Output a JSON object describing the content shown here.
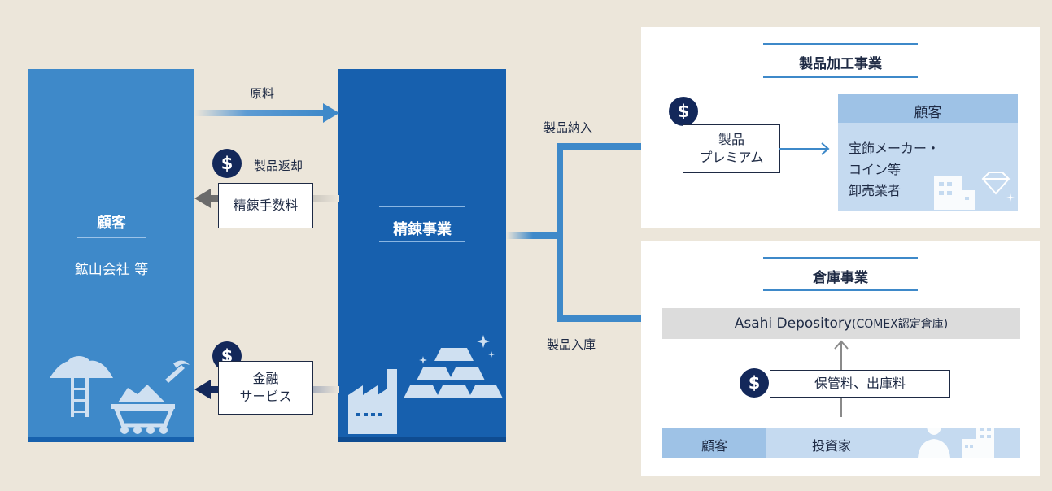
{
  "left_column": {
    "title": "顧客",
    "subtitle": "鉱山会社 等"
  },
  "mid_column": {
    "title": "精錬事業"
  },
  "flows_left": {
    "raw_material": "原料",
    "product_return": "製品返却",
    "refining_fee": "精錬手数料",
    "finance_service_line1": "金融",
    "finance_service_line2": "サービス"
  },
  "currency_symbol": "$",
  "branches": {
    "product_delivery": "製品納入",
    "product_storage": "製品入庫"
  },
  "processing_panel": {
    "title": "製品加工事業",
    "premium_line1": "製品",
    "premium_line2": "プレミアム",
    "customer_header": "顧客",
    "customer_line1": "宝飾メーカー・",
    "customer_line2": "コイン等",
    "customer_line3": "卸売業者"
  },
  "warehouse_panel": {
    "title": "倉庫事業",
    "depository_name": "Asahi Depository",
    "depository_note": "(COMEX認定倉庫)",
    "fees": "保管料、出庫料",
    "customer_label": "顧客",
    "investor_label": "投資家"
  },
  "colors": {
    "background": "#ece6da",
    "light_blue": "#3e89c9",
    "mid_blue": "#1760ae",
    "navy": "#13285a",
    "customer_box_blue": "#c5daf0"
  }
}
